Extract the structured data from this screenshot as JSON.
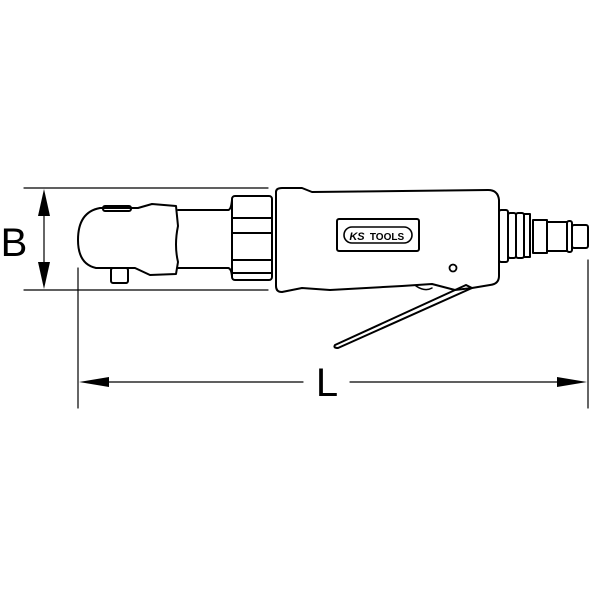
{
  "diagram": {
    "type": "technical-drawing",
    "subject": "pneumatic ratchet wrench",
    "dimensions": {
      "height_label": "B",
      "length_label": "L"
    },
    "logo": {
      "text_ks": "KS",
      "text_tools": "TOOLS"
    },
    "colors": {
      "line": "#000000",
      "background": "#ffffff"
    }
  }
}
